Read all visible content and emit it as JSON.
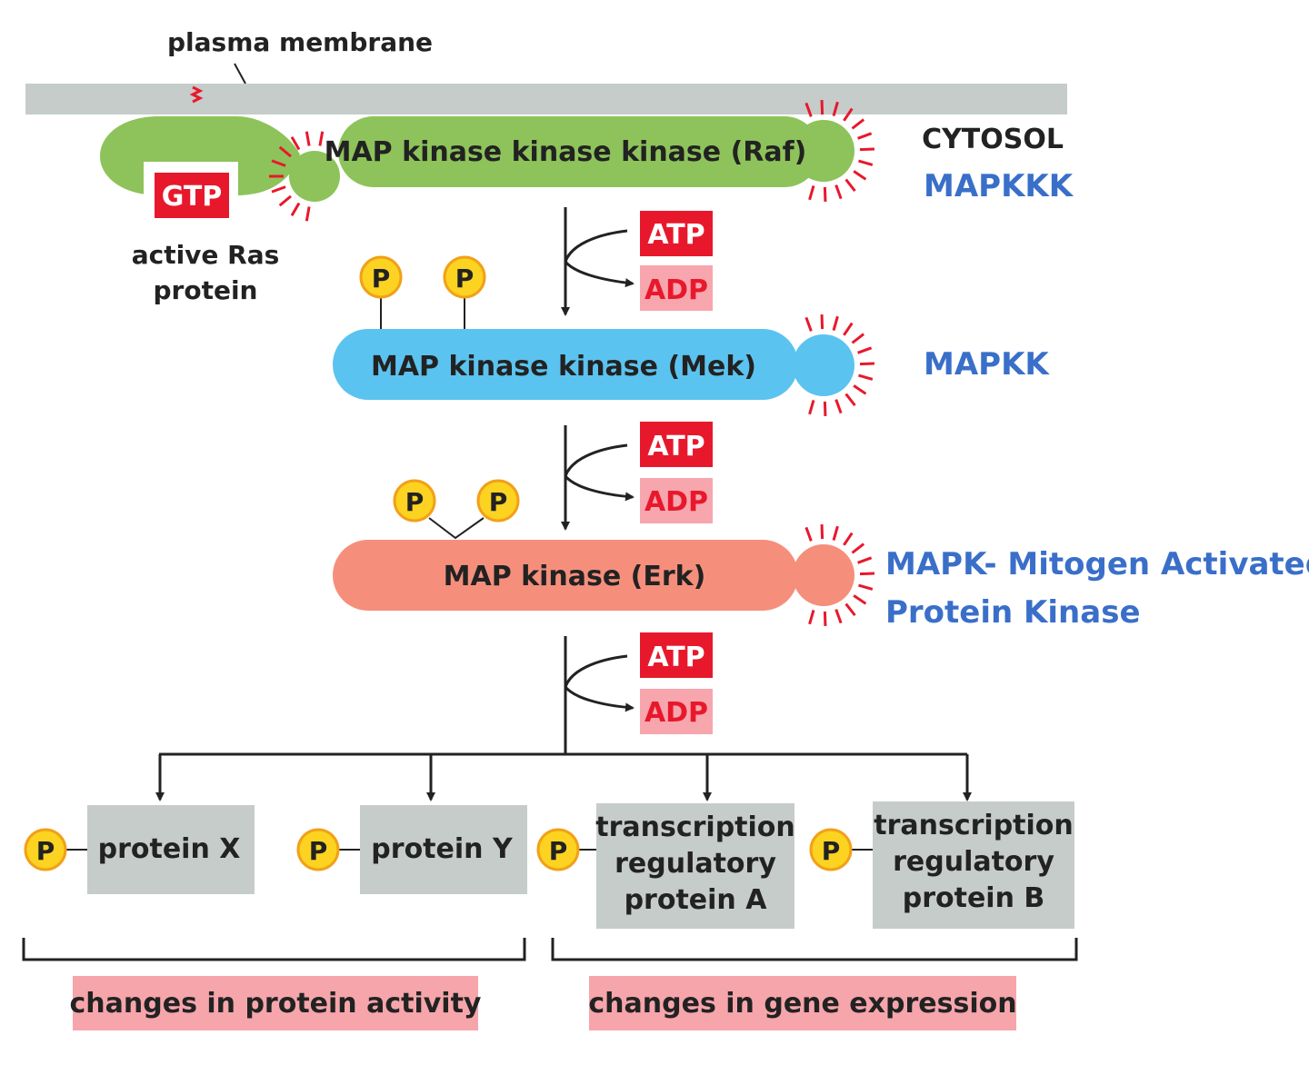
{
  "membrane": {
    "label": "plasma membrane"
  },
  "compartment": {
    "label": "CYTOSOL"
  },
  "ras": {
    "nucleotide": "GTP",
    "label_line1": "active Ras",
    "label_line2": "protein"
  },
  "kinases": {
    "mapkkk": {
      "name": "MAP kinase kinase kinase (Raf)",
      "side_label": "MAPKKK"
    },
    "mapkk": {
      "name": "MAP kinase kinase (Mek)",
      "side_label": "MAPKK"
    },
    "mapk": {
      "name": "MAP kinase (Erk)",
      "side_label_line1": "MAPK- Mitogen Activated",
      "side_label_line2": "Protein Kinase"
    }
  },
  "reactions": {
    "atp": "ATP",
    "adp": "ADP"
  },
  "phosphate": "P",
  "targets": {
    "protein_x": "protein X",
    "protein_y": "protein Y",
    "tf_a": [
      "transcription",
      "regulatory",
      "protein A"
    ],
    "tf_b": [
      "transcription",
      "regulatory",
      "protein B"
    ]
  },
  "outcomes": {
    "protein_activity": "changes in protein activity",
    "gene_expression": "changes in gene expression"
  },
  "colors": {
    "membrane": "#c5ccc9",
    "raf": "#8dc35a",
    "mek": "#5bc3ef",
    "erk": "#f58f7c",
    "red": "#e8182c",
    "adp_bg": "#f7a6ae",
    "phosphate": "#fcd321",
    "box": "#c6ccc9",
    "outcome_bg": "#f6a5ab",
    "blue_label": "#3a6fc9"
  }
}
